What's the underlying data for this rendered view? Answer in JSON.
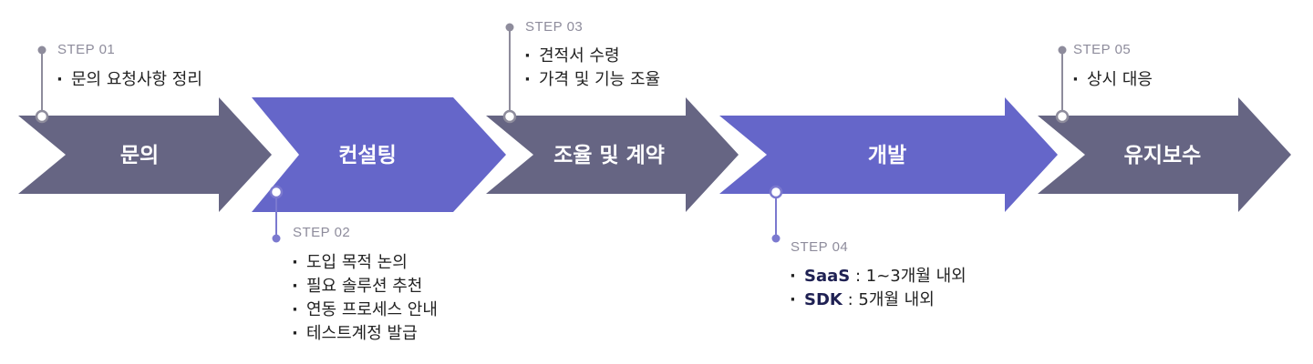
{
  "colors": {
    "gray": "#666583",
    "purple": "#6566c9",
    "marker_gray": "#8e8c9c",
    "marker_purple": "#7b79cf",
    "text": "#222222",
    "label": "#8e8c9c"
  },
  "phases": [
    {
      "title": "문의",
      "color": "gray"
    },
    {
      "title": "컨설팅",
      "color": "purple"
    },
    {
      "title": "조율 및 계약",
      "color": "gray"
    },
    {
      "title": "개발",
      "color": "purple"
    },
    {
      "title": "유지보수",
      "color": "gray"
    }
  ],
  "steps": [
    {
      "label": "STEP 01",
      "items": [
        {
          "text": "문의 요청사항 정리"
        }
      ]
    },
    {
      "label": "STEP 02",
      "items": [
        {
          "text": "도입 목적 논의"
        },
        {
          "text": "필요 솔루션 추천"
        },
        {
          "text": "연동 프로세스 안내"
        },
        {
          "text": "테스트계정 발급"
        }
      ]
    },
    {
      "label": "STEP 03",
      "items": [
        {
          "text": "견적서 수령"
        },
        {
          "text": "가격 및 기능 조율"
        }
      ]
    },
    {
      "label": "STEP 04",
      "items": [
        {
          "strong": "SaaS",
          "text": " : 1~3개월 내외"
        },
        {
          "strong": "SDK",
          "text": " : 5개월 내외"
        }
      ]
    },
    {
      "label": "STEP 05",
      "items": [
        {
          "text": "상시 대응"
        }
      ]
    }
  ]
}
